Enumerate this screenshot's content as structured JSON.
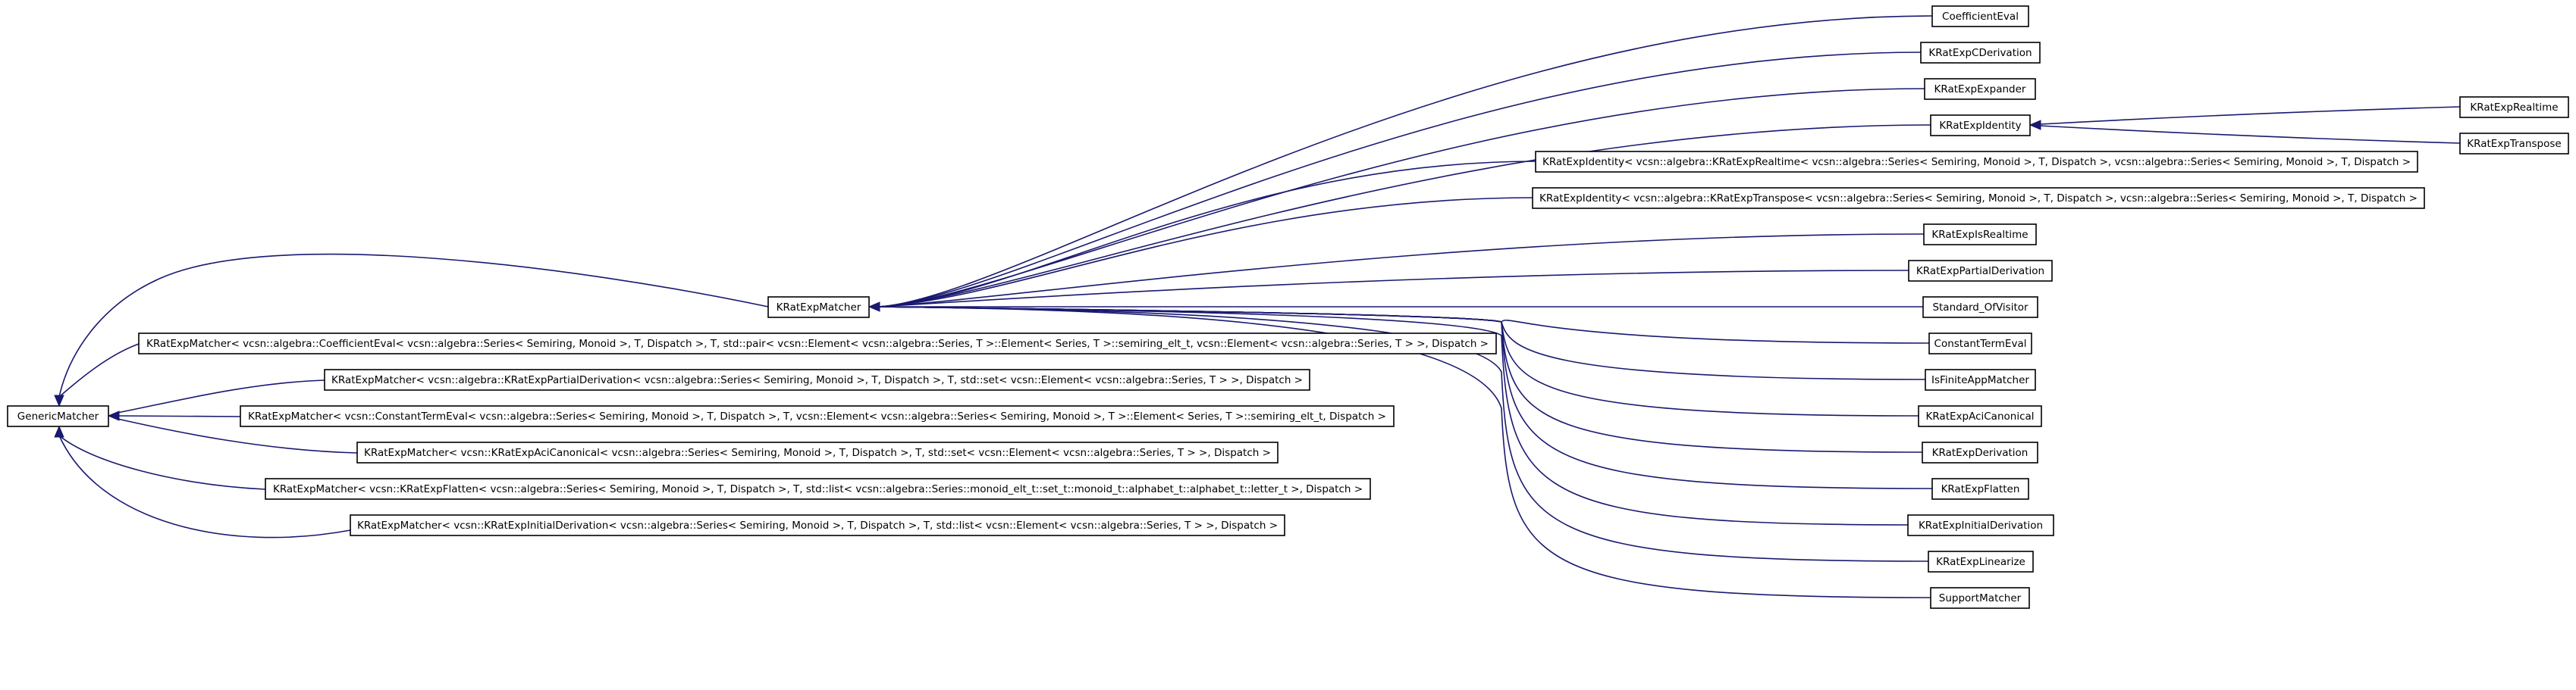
{
  "colors": {
    "edge": "#191970",
    "node_border": "#000000",
    "node_fill": "#ffffff",
    "background": "#ffffff"
  },
  "nodes": {
    "generic": "GenericMatcher",
    "kratexp_matcher": "KRatExpMatcher",
    "m_coefficient_eval": "KRatExpMatcher< vcsn::algebra::CoefficientEval< vcsn::algebra::Series< Semiring, Monoid >, T, Dispatch >, T, std::pair< vcsn::Element< vcsn::algebra::Series, T >::Element< Series, T >::semiring_elt_t, vcsn::Element< vcsn::algebra::Series, T > >, Dispatch >",
    "m_partial_derivation": "KRatExpMatcher< vcsn::algebra::KRatExpPartialDerivation< vcsn::algebra::Series< Semiring, Monoid >, T, Dispatch >, T, std::set< vcsn::Element< vcsn::algebra::Series, T > >, Dispatch >",
    "m_constant_term_eval": "KRatExpMatcher< vcsn::ConstantTermEval< vcsn::algebra::Series< Semiring, Monoid >, T, Dispatch >, T, vcsn::Element< vcsn::algebra::Series< Semiring, Monoid >, T >::Element< Series, T >::semiring_elt_t, Dispatch >",
    "m_aci_canonical": "KRatExpMatcher< vcsn::KRatExpAciCanonical< vcsn::algebra::Series< Semiring, Monoid >, T, Dispatch >, T, std::set< vcsn::Element< vcsn::algebra::Series, T > >, Dispatch >",
    "m_flatten": "KRatExpMatcher< vcsn::KRatExpFlatten< vcsn::algebra::Series< Semiring, Monoid >, T, Dispatch >, T, std::list< vcsn::algebra::Series::monoid_elt_t::set_t::monoid_t::alphabet_t::alphabet_t::letter_t >, Dispatch >",
    "m_initial_derivation": "KRatExpMatcher< vcsn::KRatExpInitialDerivation< vcsn::algebra::Series< Semiring, Monoid >, T, Dispatch >, T, std::list< vcsn::Element< vcsn::algebra::Series, T > >, Dispatch >",
    "coefficient_eval": "CoefficientEval",
    "c_derivation": "KRatExpCDerivation",
    "expander": "KRatExpExpander",
    "identity": "KRatExpIdentity",
    "identity_realtime": "KRatExpIdentity< vcsn::algebra::KRatExpRealtime< vcsn::algebra::Series< Semiring, Monoid >, T, Dispatch >, vcsn::algebra::Series< Semiring, Monoid >, T, Dispatch >",
    "identity_transpose": "KRatExpIdentity< vcsn::algebra::KRatExpTranspose< vcsn::algebra::Series< Semiring, Monoid >, T, Dispatch >, vcsn::algebra::Series< Semiring, Monoid >, T, Dispatch >",
    "is_realtime": "KRatExpIsRealtime",
    "partial_derivation": "KRatExpPartialDerivation",
    "standard_of_visitor": "Standard_OfVisitor",
    "constant_term_eval": "ConstantTermEval",
    "is_finite_app_matcher": "IsFiniteAppMatcher",
    "aci_canonical": "KRatExpAciCanonical",
    "derivation": "KRatExpDerivation",
    "flatten": "KRatExpFlatten",
    "initial_derivation": "KRatExpInitialDerivation",
    "linearize": "KRatExpLinearize",
    "support_matcher": "SupportMatcher",
    "realtime": "KRatExpRealtime",
    "transpose": "KRatExpTranspose"
  }
}
